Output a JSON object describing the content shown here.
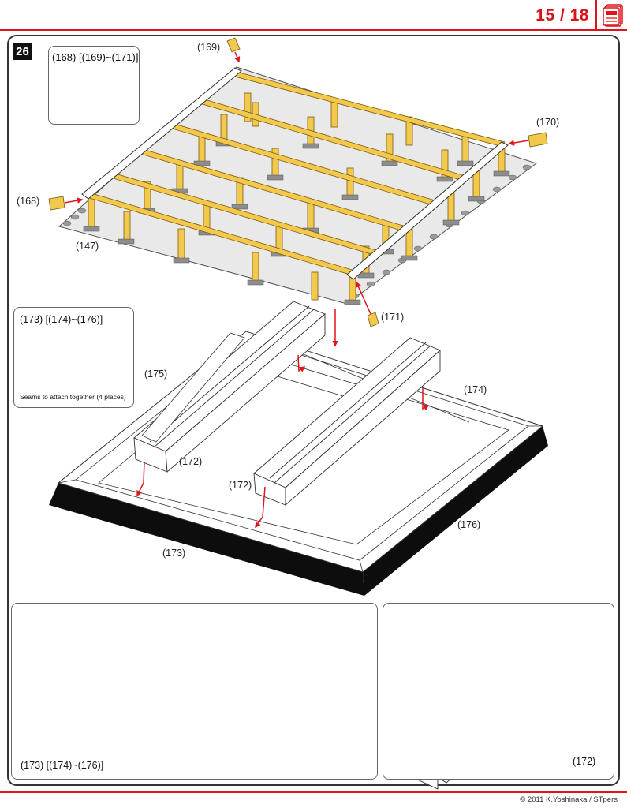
{
  "header": {
    "page_current": "15",
    "page_total": "18",
    "page_counter": "15 / 18",
    "menu_icon": "document-stack-icon",
    "accent_color": "#e0151b"
  },
  "step": {
    "number": "26"
  },
  "insets": {
    "glue_tip": {
      "title": "(168) [(169)~(171)]",
      "icon": "folded-yellow-part-icon"
    },
    "seam_tip": {
      "title": "(173) [(174)~(176)]",
      "caption": "Seams to attach together (4 places)"
    },
    "bottom_left": {
      "title": "(173) [(174)~(176)]"
    },
    "bottom_right": {
      "title": "(172)"
    }
  },
  "callouts": {
    "part_169": "(169)",
    "part_170": "(170)",
    "part_168": "(168)",
    "part_147": "(147)",
    "part_171": "(171)",
    "part_175": "(175)",
    "part_174": "(174)",
    "part_172_a": "(172)",
    "part_172_b": "(172)",
    "part_176": "(176)",
    "part_173": "(173)"
  },
  "colors": {
    "wood_yellow": "#f2c94c",
    "wood_shade": "#d9a520",
    "arrow_red": "#e0151b",
    "base_black": "#0d0d0d",
    "ground_grey": "#e6e6e6"
  },
  "footer": {
    "copyright": "© 2011 K.Yoshinaka / STpers"
  }
}
